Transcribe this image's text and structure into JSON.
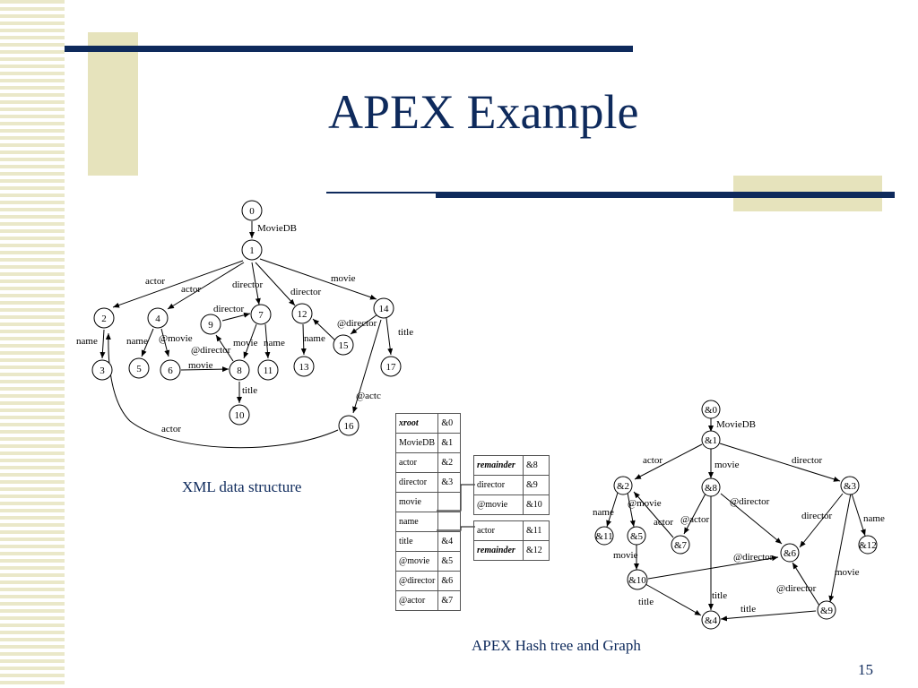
{
  "slide": {
    "title": "APEX Example",
    "page_number": "15",
    "caption_left": "XML data structure",
    "caption_right": "APEX Hash tree and Graph"
  },
  "xml_graph": {
    "nodes": [
      "0",
      "1",
      "2",
      "3",
      "4",
      "5",
      "6",
      "7",
      "8",
      "9",
      "10",
      "11",
      "12",
      "13",
      "14",
      "15",
      "16",
      "17"
    ],
    "edge_labels": [
      "MovieDB",
      "actor",
      "actor",
      "director",
      "director",
      "movie",
      "name",
      "name",
      "@movie",
      "director",
      "movie",
      "name",
      "@director",
      "movie",
      "title",
      "name",
      "@director",
      "title",
      "@actc",
      "actor"
    ]
  },
  "hash_table": {
    "main": [
      [
        "xroot",
        "&0"
      ],
      [
        "MovieDB",
        "&1"
      ],
      [
        "actor",
        "&2"
      ],
      [
        "director",
        "&3"
      ],
      [
        "movie",
        ""
      ],
      [
        "name",
        ""
      ],
      [
        "title",
        "&4"
      ],
      [
        "@movie",
        "&5"
      ],
      [
        "@director",
        "&6"
      ],
      [
        "@actor",
        "&7"
      ]
    ],
    "sub1": [
      [
        "remainder",
        "&8"
      ],
      [
        "director",
        "&9"
      ],
      [
        "@movie",
        "&10"
      ]
    ],
    "sub2": [
      [
        "actor",
        "&11"
      ],
      [
        "remainder",
        "&12"
      ]
    ]
  },
  "apex_graph": {
    "nodes": [
      "&0",
      "&1",
      "&2",
      "&8",
      "&3",
      "&11",
      "&5",
      "&7",
      "&6",
      "&12",
      "&10",
      "&9",
      "&4"
    ],
    "edge_labels": [
      "MovieDB",
      "actor",
      "movie",
      "director",
      "name",
      "@movie",
      "actor",
      "@actor",
      "@director",
      "director",
      "name",
      "movie",
      "@director",
      "movie",
      "@director",
      "title",
      "title",
      "title"
    ]
  }
}
